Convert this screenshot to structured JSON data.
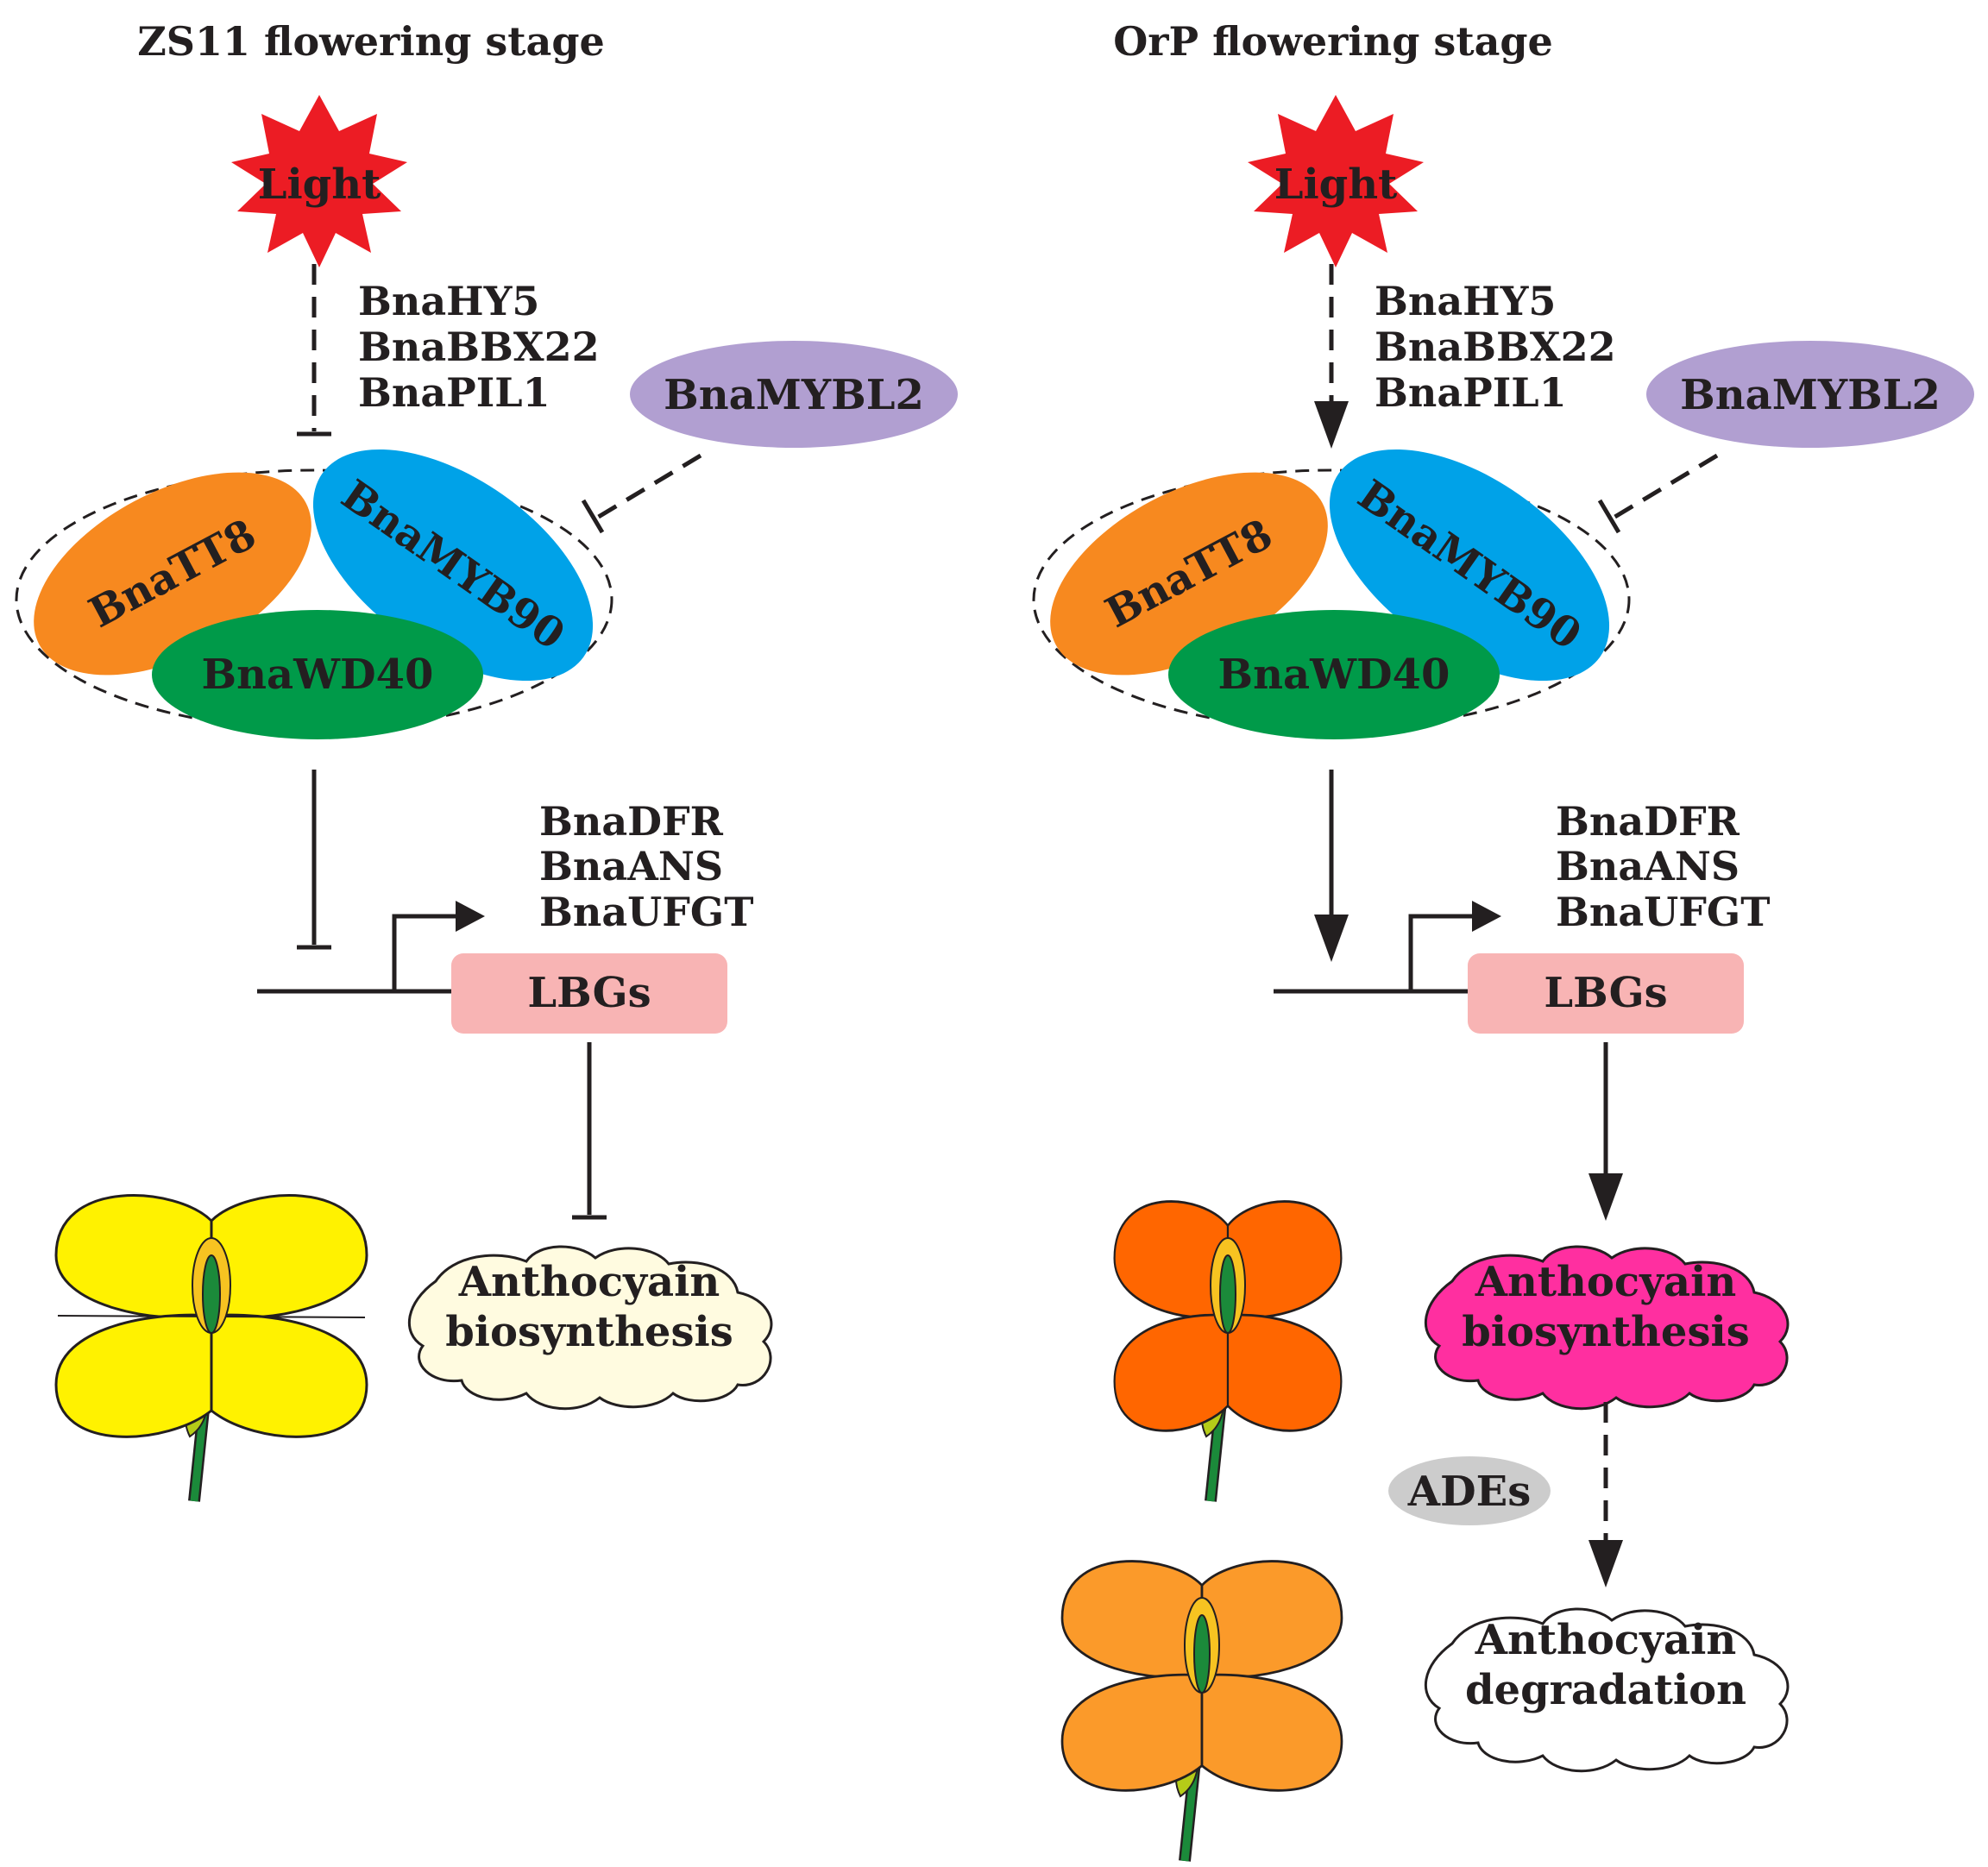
{
  "panels": [
    {
      "id": "zs11",
      "title": "ZS11 flowering stage",
      "light_label": "Light",
      "regulators": [
        "BnaHY5",
        "BnaBBX22",
        "BnaPIL1"
      ],
      "repressor_label": "BnaMYBL2",
      "complex": [
        "BnaTT8",
        "BnaMYB90",
        "BnaWD40"
      ],
      "target_genes": [
        "BnaDFR",
        "BnaANS",
        "BnaUFGT"
      ],
      "gene_box_label": "LBGs",
      "outcome_label": [
        "Anthocyain",
        "biosynthesis"
      ],
      "light_effect": "inhibition",
      "complex_effect": "inhibition",
      "gene_effect": "inhibition",
      "flower_color": "#fff200",
      "outcome_color": "#fffbe0"
    },
    {
      "id": "orp",
      "title": "OrP flowering stage",
      "light_label": "Light",
      "regulators": [
        "BnaHY5",
        "BnaBBX22",
        "BnaPIL1"
      ],
      "repressor_label": "BnaMYBL2",
      "complex": [
        "BnaTT8",
        "BnaMYB90",
        "BnaWD40"
      ],
      "target_genes": [
        "BnaDFR",
        "BnaANS",
        "BnaUFGT"
      ],
      "gene_box_label": "LBGs",
      "outcome_label": [
        "Anthocyain",
        "biosynthesis"
      ],
      "degradation_enzymes": "ADEs",
      "degradation_label": [
        "Anthocyain",
        "degradation"
      ],
      "light_effect": "activation",
      "complex_effect": "activation",
      "gene_effect": "activation",
      "flower_color": "#ff6600",
      "faded_flower_color": "#fb9a2a",
      "outcome_color": "#ff2fa0"
    }
  ],
  "colors": {
    "light": "#ec1c24",
    "tt8": "#f7891f",
    "myb90": "#00a2e8",
    "wd40": "#009a49",
    "mybl2": "#b19fd1",
    "lbgs": "#f8b4b4",
    "ades": "#cccccc",
    "line": "#231f20"
  }
}
